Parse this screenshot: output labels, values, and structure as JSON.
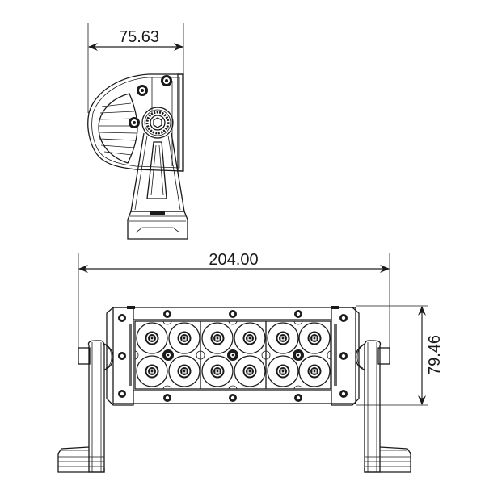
{
  "drawing": {
    "title": "LED light bar dimension drawing",
    "views": {
      "side_view": {
        "label": "side-view"
      },
      "front_view": {
        "label": "front-view",
        "led_count": 12,
        "led_rows": 2,
        "led_columns": 6,
        "sections": 3
      }
    },
    "dimensions": {
      "depth": "75.63",
      "width": "204.00",
      "height": "79.46"
    },
    "colors": {
      "stroke": "#1a1a1a",
      "background": "#ffffff"
    }
  }
}
